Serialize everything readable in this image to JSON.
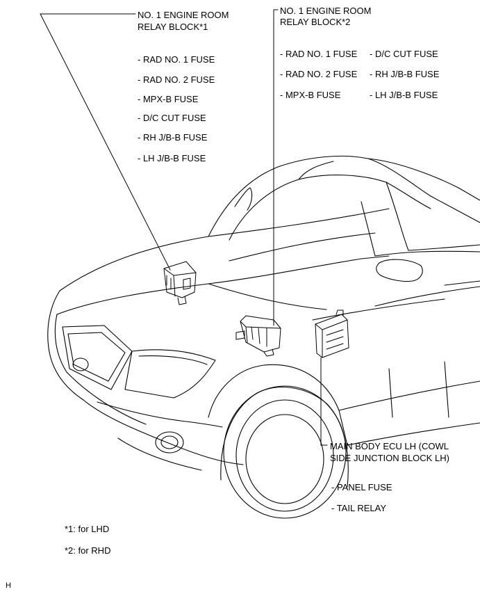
{
  "relay_block_1": {
    "title_line1": "NO. 1 ENGINE ROOM",
    "title_line2": "RELAY BLOCK*1",
    "fuses": [
      "- RAD NO. 1 FUSE",
      "- RAD NO. 2 FUSE",
      "- MPX-B FUSE",
      "- D/C CUT FUSE",
      "- RH J/B-B FUSE",
      "- LH J/B-B FUSE"
    ]
  },
  "relay_block_2": {
    "title_line1": "NO. 1 ENGINE ROOM",
    "title_line2": "RELAY BLOCK*2",
    "fuses_left": [
      "- RAD NO. 1 FUSE",
      "- RAD NO. 2 FUSE",
      "- MPX-B FUSE"
    ],
    "fuses_right": [
      "- D/C CUT FUSE",
      "- RH J/B-B FUSE",
      "- LH J/B-B FUSE"
    ]
  },
  "main_body_ecu": {
    "title_line1": "MAIN BODY ECU LH (COWL",
    "title_line2": "SIDE JUNCTION BLOCK LH)",
    "items": [
      "- PANEL FUSE",
      "- TAIL RELAY"
    ]
  },
  "footnotes": [
    "*1: for LHD",
    "*2: for RHD"
  ],
  "corner_mark": "H"
}
